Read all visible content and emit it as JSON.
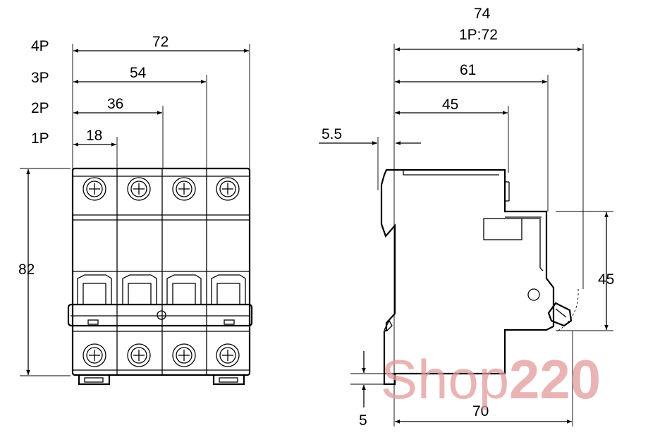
{
  "front_view": {
    "pole_labels": [
      "4P",
      "3P",
      "2P",
      "1P"
    ],
    "width_values": [
      "72",
      "54",
      "36",
      "18"
    ],
    "height_value": "82"
  },
  "side_view": {
    "top_value": "74",
    "top_subvalue": "1P:72",
    "depth_61": "61",
    "depth_45": "45",
    "offset_5_5": "5.5",
    "right_height": "45",
    "bottom_gap": "5",
    "bottom_width": "70"
  },
  "watermark": {
    "word": "Shop",
    "number": "220",
    "color": "#e39b9b"
  }
}
